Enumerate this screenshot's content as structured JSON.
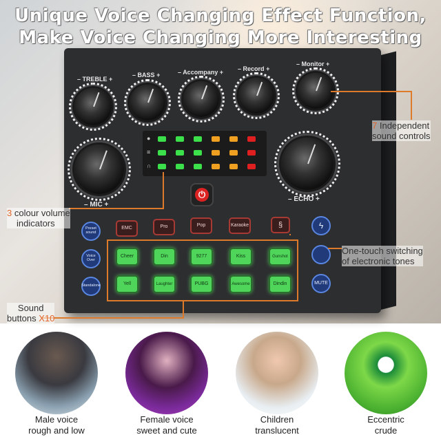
{
  "headline": {
    "line1": "Unique Voice Changing Effect Function,",
    "line2": "Make Voice Changing More Interesting"
  },
  "knobs": {
    "treble": "TREBLE",
    "bass": "BASS",
    "accompany": "Accompany",
    "record": "Record",
    "monitor": "Monitor",
    "mic": "MIC",
    "echo": "ECHO",
    "minus": "–",
    "plus": "+"
  },
  "mode_buttons": [
    "EMC",
    "Pro",
    "Pop",
    "Karaoke"
  ],
  "blue_buttons": {
    "left": [
      "Preset sound",
      "Voice Over",
      "Standalone"
    ],
    "right": [
      "MUTE"
    ]
  },
  "sound_buttons": {
    "row1": [
      "Cheer",
      "Din",
      "9277",
      "Kiss",
      "Gunshot"
    ],
    "row2": [
      "Yell",
      "Laughter",
      "PUBG",
      "Awesome",
      "Dindin"
    ]
  },
  "callouts": {
    "independent_num": "7",
    "independent_text1": "Independent",
    "independent_text2": "sound controls",
    "colour_num": "3",
    "colour_text1": "colour volume",
    "colour_text2": "indicators",
    "one_touch1": "One-touch switching",
    "one_touch2": "of electronic tones",
    "sound1": "Sound",
    "sound2": "buttons",
    "sound_count": "X10"
  },
  "captions": [
    {
      "line1": "Male voice",
      "line2": "rough and low"
    },
    {
      "line1": "Female voice",
      "line2": "sweet and cute"
    },
    {
      "line1": "Children",
      "line2": "translucent"
    },
    {
      "line1": "Eccentric",
      "line2": "crude"
    }
  ],
  "colors": {
    "accent": "#e07a2b",
    "device": "#2d2e30",
    "green_button": "#4fd65a",
    "blue_button": "#203a7a",
    "red_button": "#a83a35"
  }
}
